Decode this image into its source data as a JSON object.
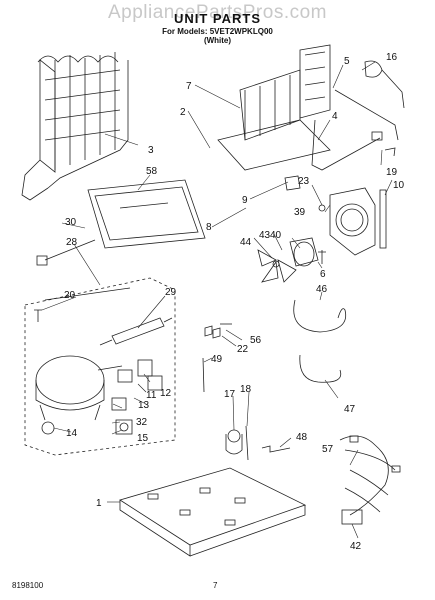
{
  "watermark": "AppliancePartsPros.com",
  "title": "UNIT PARTS",
  "subtitle": "For Models: 5VET2WPKLQ00",
  "variant": "(White)",
  "footer": {
    "doc_number": "8198100",
    "page_number": "7"
  },
  "callouts": [
    "1",
    "2",
    "3",
    "4",
    "5",
    "6",
    "7",
    "8",
    "9",
    "10",
    "11",
    "12",
    "13",
    "14",
    "15",
    "16",
    "17",
    "18",
    "19",
    "20",
    "22",
    "23",
    "28",
    "29",
    "30",
    "32",
    "39",
    "40",
    "42",
    "43",
    "44",
    "46",
    "47",
    "48",
    "49",
    "56",
    "57",
    "58"
  ],
  "icons": {
    "diagram": "exploded-parts-diagram-icon"
  }
}
